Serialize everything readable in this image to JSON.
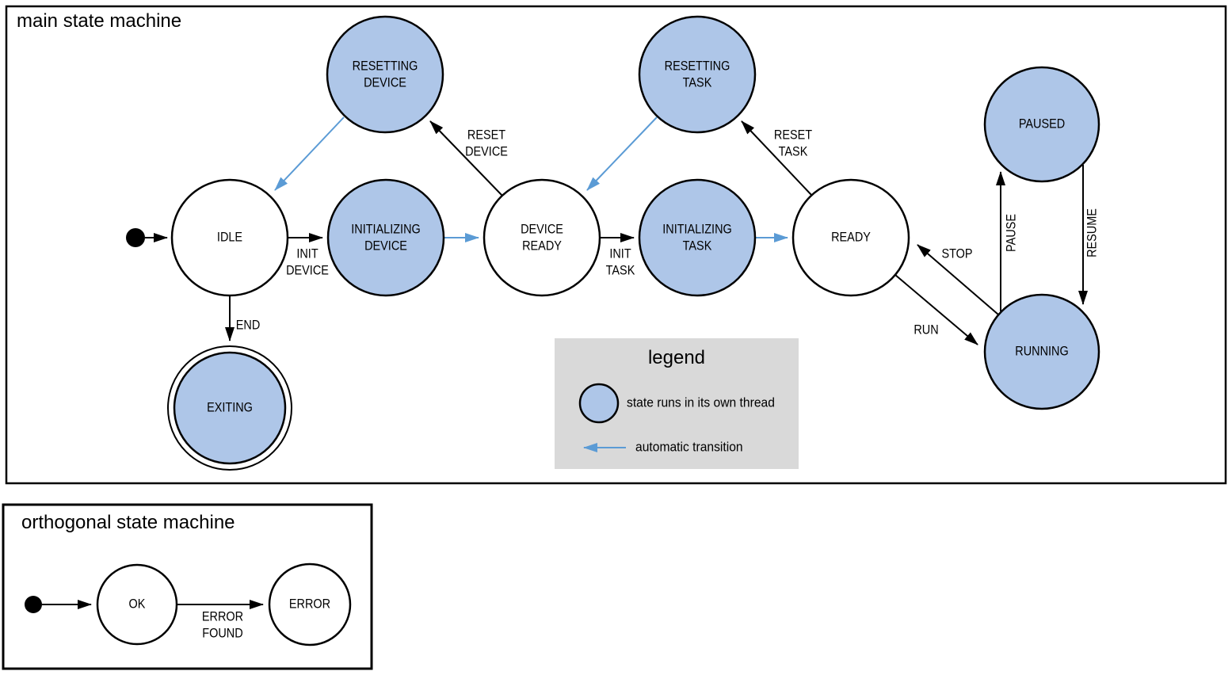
{
  "colors": {
    "state_fill": "#aec6e8",
    "plain_fill": "#ffffff",
    "auto_transition": "#5b9bd5",
    "legend_bg": "#d9d9d9",
    "outline": "#000000"
  },
  "main": {
    "title": "main state machine",
    "states": {
      "idle": {
        "line1": "IDLE"
      },
      "resetting_device": {
        "line1": "RESETTING",
        "line2": "DEVICE"
      },
      "initializing_device": {
        "line1": "INITIALIZING",
        "line2": "DEVICE"
      },
      "device_ready": {
        "line1": "DEVICE",
        "line2": "READY"
      },
      "resetting_task": {
        "line1": "RESETTING",
        "line2": "TASK"
      },
      "initializing_task": {
        "line1": "INITIALIZING",
        "line2": "TASK"
      },
      "ready": {
        "line1": "READY"
      },
      "paused": {
        "line1": "PAUSED"
      },
      "running": {
        "line1": "RUNNING"
      },
      "exiting": {
        "line1": "EXITING"
      }
    },
    "transitions": {
      "init_device": {
        "line1": "INIT",
        "line2": "DEVICE"
      },
      "reset_device": {
        "line1": "RESET",
        "line2": "DEVICE"
      },
      "init_task": {
        "line1": "INIT",
        "line2": "TASK"
      },
      "reset_task": {
        "line1": "RESET",
        "line2": "TASK"
      },
      "end": {
        "line1": "END"
      },
      "stop": {
        "line1": "STOP"
      },
      "run": {
        "line1": "RUN"
      },
      "pause": {
        "line1": "PAUSE"
      },
      "resume": {
        "line1": "RESUME"
      }
    }
  },
  "legend": {
    "title": "legend",
    "items": [
      {
        "label": "state runs in its own thread"
      },
      {
        "label": "automatic transition"
      }
    ]
  },
  "orthogonal": {
    "title": "orthogonal state machine",
    "states": {
      "ok": {
        "line1": "OK"
      },
      "error": {
        "line1": "ERROR"
      }
    },
    "transitions": {
      "error_found": {
        "line1": "ERROR",
        "line2": "FOUND"
      }
    }
  }
}
